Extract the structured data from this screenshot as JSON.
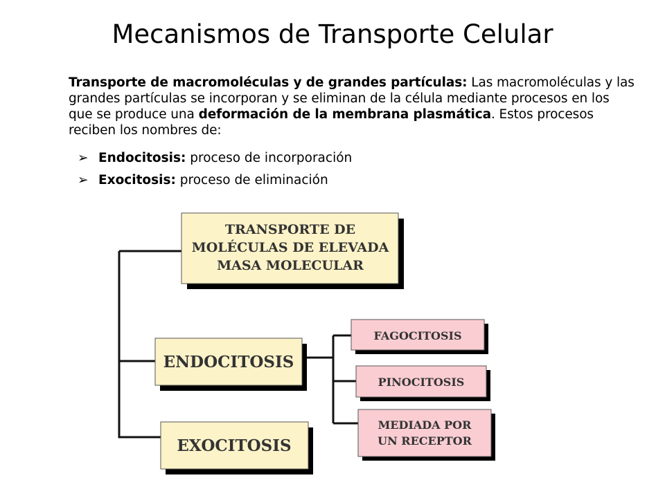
{
  "slide": {
    "title": "Mecanismos de Transporte Celular",
    "intro": {
      "lead": "Transporte de macromoléculas y de grandes partículas:",
      "text1": " Las macromoléculas y las grandes partículas se incorporan y se eliminan de la célula mediante procesos en los que se produce una ",
      "bold2": "deformación de la membrana plasmática",
      "text2": ". Estos procesos reciben los nombres de:"
    },
    "bullets": [
      {
        "term": "Endocitosis:",
        "desc": " proceso de incorporación"
      },
      {
        "term": "Exocitosis:",
        "desc": " proceso de eliminación"
      }
    ]
  },
  "diagram": {
    "root": {
      "lines": [
        "TRANSPORTE DE",
        "MOLÉCULAS DE ELEVADA",
        "MASA MOLECULAR"
      ]
    },
    "endocitosis": {
      "label": "ENDOCITOSIS"
    },
    "exocitosis": {
      "label": "EXOCITOSIS"
    },
    "subtypes": [
      {
        "lines": [
          "FAGOCITOSIS"
        ]
      },
      {
        "lines": [
          "PINOCITOSIS"
        ]
      },
      {
        "lines": [
          "MEDIADA POR",
          "UN RECEPTOR"
        ]
      }
    ],
    "colors": {
      "main_fill": "#fdf3c8",
      "sub_fill": "#f9cdd2",
      "shadow": "#000000",
      "line": "#111111"
    }
  }
}
